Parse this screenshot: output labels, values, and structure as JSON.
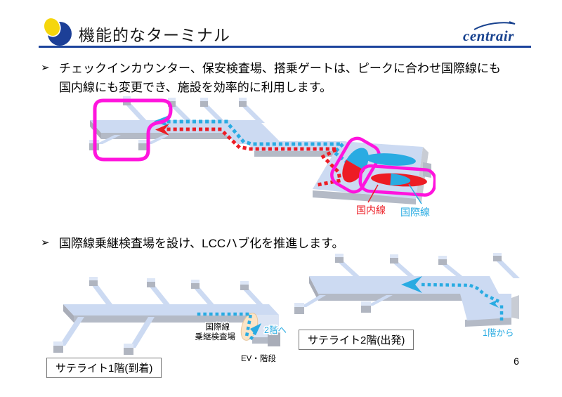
{
  "slide": {
    "title": "機能的なターミナル",
    "brand": "centrair",
    "page_number": "6"
  },
  "bullets": [
    {
      "marker": "➢",
      "lines": [
        "チェックインカウンター、保安検査場、搭乗ゲートは、ピークに合わせ国際線にも",
        "国内線にも変更でき、施設を効率的に利用します。"
      ]
    },
    {
      "marker": "➢",
      "lines": [
        "国際線乗継検査場を設け、LCCハブ化を推進します。"
      ]
    }
  ],
  "terminal_diagram": {
    "domestic_label": "国内線",
    "international_label": "国際線"
  },
  "satellite_1f": {
    "caption": "サテライト1階(到着)",
    "transfer_checkpoint_line1": "国際線",
    "transfer_checkpoint_line2": "乗継検査場",
    "to_2f": "2階へ",
    "ev_stairs": "EV・階段"
  },
  "satellite_2f": {
    "caption": "サテライト2階(出発)",
    "from_1f": "1階から"
  },
  "colors": {
    "header_blue": "#1c449c",
    "brand_blue": "#17418e",
    "domestic_red": "#ed1c24",
    "international_blue": "#29abe2",
    "highlight_magenta": "#ff14dd",
    "terminal_top": "#ccdaf2",
    "terminal_side": "#b4bac6",
    "transfer_area_peach": "#fbe4c6"
  }
}
